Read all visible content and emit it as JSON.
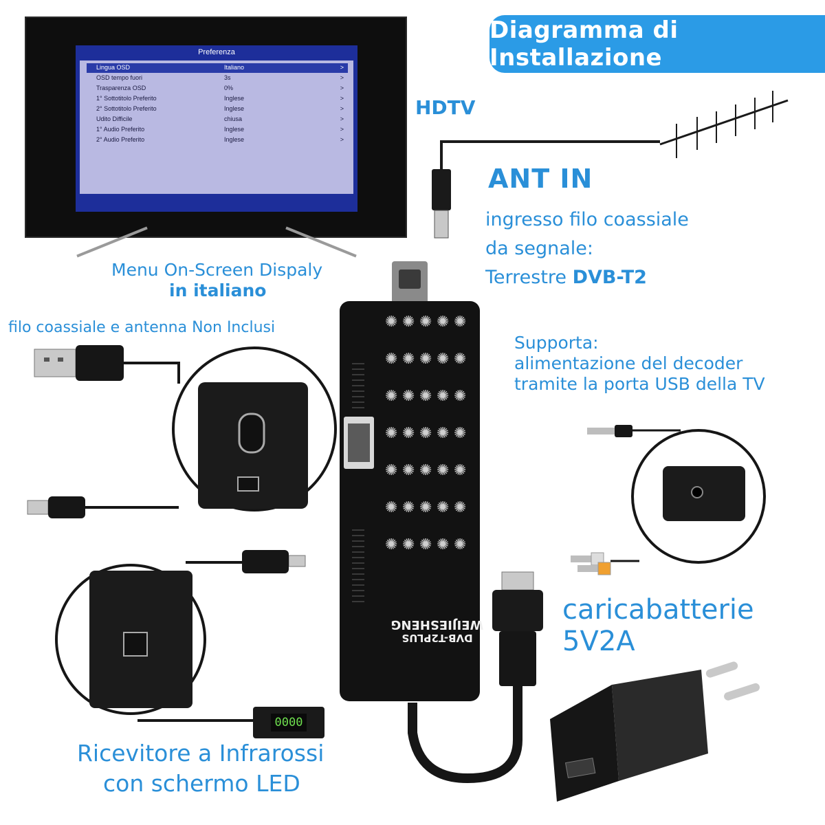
{
  "header": {
    "title": "Diagramma di Installazione",
    "hdtv_label": "HDTV"
  },
  "osd": {
    "title": "Preferenza",
    "rows": [
      {
        "name": "Lingua OSD",
        "value": "Italiano",
        "arrow": ">"
      },
      {
        "name": "OSD tempo fuori",
        "value": "3s",
        "arrow": ">"
      },
      {
        "name": "Trasparenza OSD",
        "value": "0%",
        "arrow": ">"
      },
      {
        "name": "1° Sottotitolo Preferito",
        "value": "Inglese",
        "arrow": ">"
      },
      {
        "name": "2° Sottotitolo Preferito",
        "value": "Inglese",
        "arrow": ">"
      },
      {
        "name": "Udito Difficile",
        "value": "chiusa",
        "arrow": ">"
      },
      {
        "name": "1° Audio Preferito",
        "value": "Inglese",
        "arrow": ">"
      },
      {
        "name": "2° Audio  Preferito",
        "value": "Inglese",
        "arrow": ">"
      }
    ]
  },
  "labels": {
    "menu_line1": "Menu On-Screen Dispaly",
    "menu_line2": "in italiano",
    "not_included": "filo coassiale e antenna  Non Inclusi",
    "ant_in": "ANT IN",
    "ant_desc1": "ingresso filo coassiale",
    "ant_desc2": "da segnale:",
    "ant_desc3_prefix": "Terrestre ",
    "ant_desc3_bold": "DVB-T2",
    "usb_line1": "Supporta:",
    "usb_line2": "alimentazione del decoder",
    "usb_line3": "tramite la porta USB della TV",
    "charger_line1": "caricabatterie",
    "charger_line2": "5V2A",
    "ir_line1": "Ricevitore a Infrarossi",
    "ir_line2": "con schermo LED"
  },
  "device": {
    "brand": "WEIJIESHENG",
    "model": "DVB-T2PLUS"
  },
  "ir_display": "0000",
  "colors": {
    "accent_blue": "#2a8fd8",
    "banner_blue": "#2b9be6",
    "led_green": "#6fe04f"
  }
}
